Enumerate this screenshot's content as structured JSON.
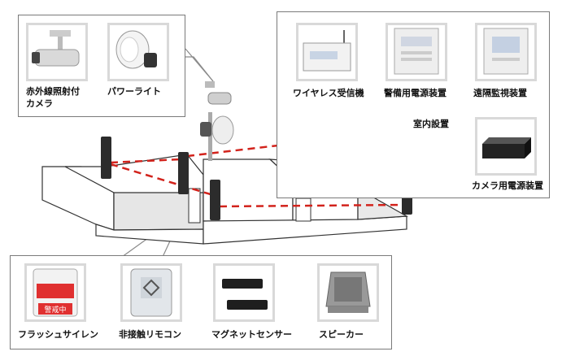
{
  "panel_top_left": {
    "items": [
      {
        "label_line1": "赤外線照射付",
        "label_line2": "カメラ"
      },
      {
        "label": "パワーライト"
      }
    ]
  },
  "panel_top_right": {
    "items": [
      {
        "label": "ワイヤレス受信機"
      },
      {
        "label": "警備用電源装置"
      },
      {
        "label": "遠隔監視装置"
      }
    ],
    "section_label": "室内設置",
    "extra_item": {
      "label": "カメラ用電源装置"
    }
  },
  "panel_bottom": {
    "items": [
      {
        "label": "フラッシュサイレン",
        "siren_text": "警戒中"
      },
      {
        "label": "非接触リモコン"
      },
      {
        "label": "マグネットセンサー"
      },
      {
        "label": "スピーカー"
      }
    ]
  }
}
